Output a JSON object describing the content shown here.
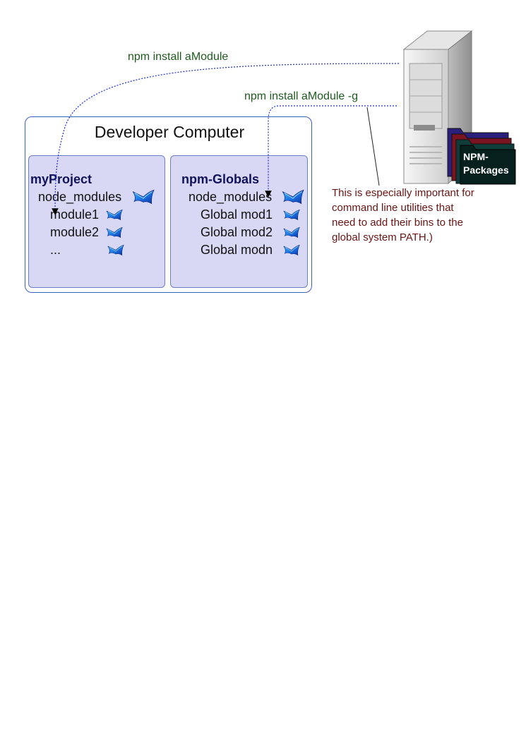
{
  "commands": {
    "local": "npm install aModule",
    "global": "npm install aModule -g"
  },
  "developer_computer": {
    "title": "Developer Computer",
    "project": {
      "title": "myProject",
      "folder": "node_modules",
      "items": [
        "module1",
        "module2",
        "..."
      ]
    },
    "globals": {
      "title": "npm-Globals",
      "folder": "node_modules",
      "items": [
        "Global mod1",
        "Global mod2",
        "Global modn"
      ]
    }
  },
  "server": {
    "packages_label_line1": "NPM-",
    "packages_label_line2": "Packages"
  },
  "note": "This is especially important for command line utilities that need to add their bins to the global system PATH.)",
  "colors": {
    "command_text": "#1f5a1f",
    "note_text": "#6b1414",
    "panel_fill": "#d8d8f4",
    "box_border": "#3a62c4",
    "arrow": "#1f2fd6"
  },
  "icons": {
    "module": "blue-folder-icon",
    "server": "server-tower-icon",
    "packages": "stacked-folders-icon"
  }
}
